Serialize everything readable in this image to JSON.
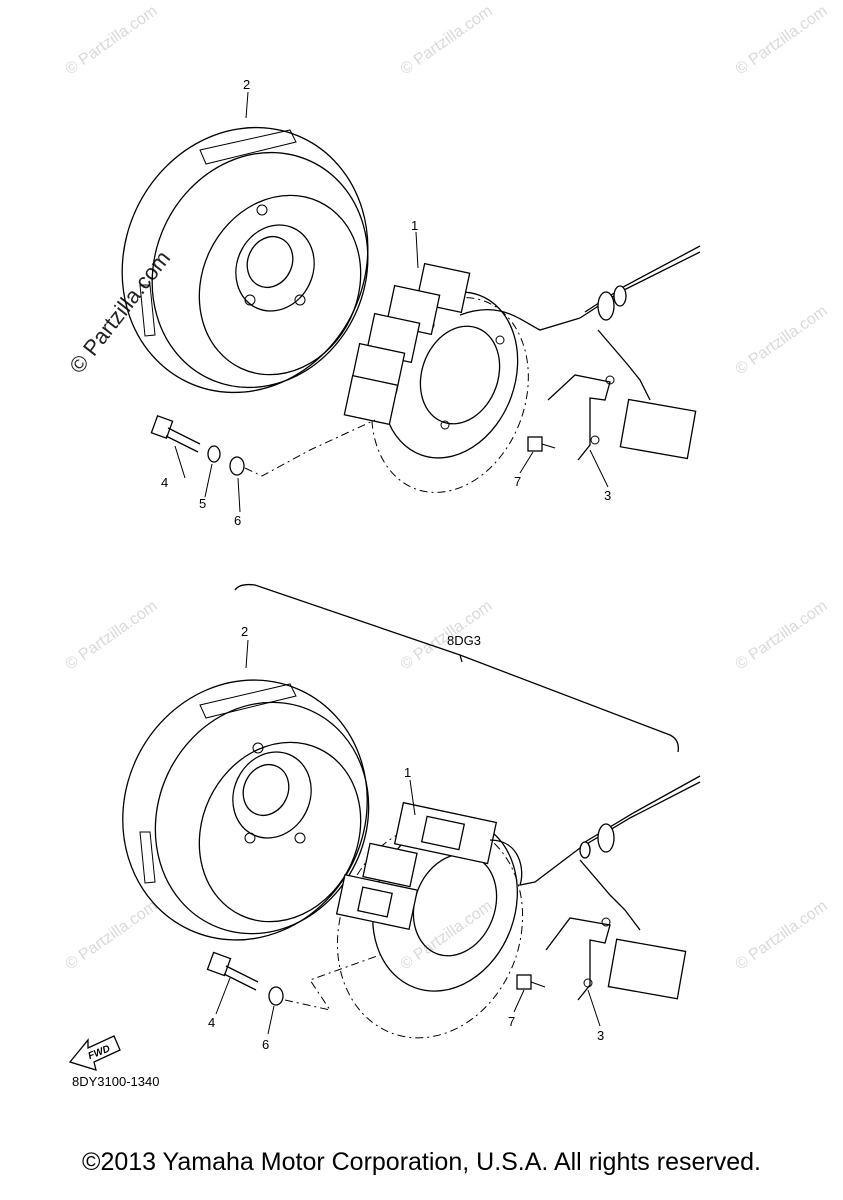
{
  "watermark": {
    "site": "Partzilla.com",
    "copyright_site": "© Partzilla.com"
  },
  "diagram": {
    "group_label": "8DG3",
    "fwd_label": "FWD",
    "diagram_code": "8DY3100-1340",
    "top_callouts": [
      "2",
      "1",
      "4",
      "5",
      "6",
      "7",
      "3"
    ],
    "bottom_callouts": [
      "2",
      "1",
      "4",
      "6",
      "7",
      "3"
    ]
  },
  "footer": {
    "copyright": "©2013 Yamaha Motor Corporation, U.S.A. All rights reserved."
  }
}
